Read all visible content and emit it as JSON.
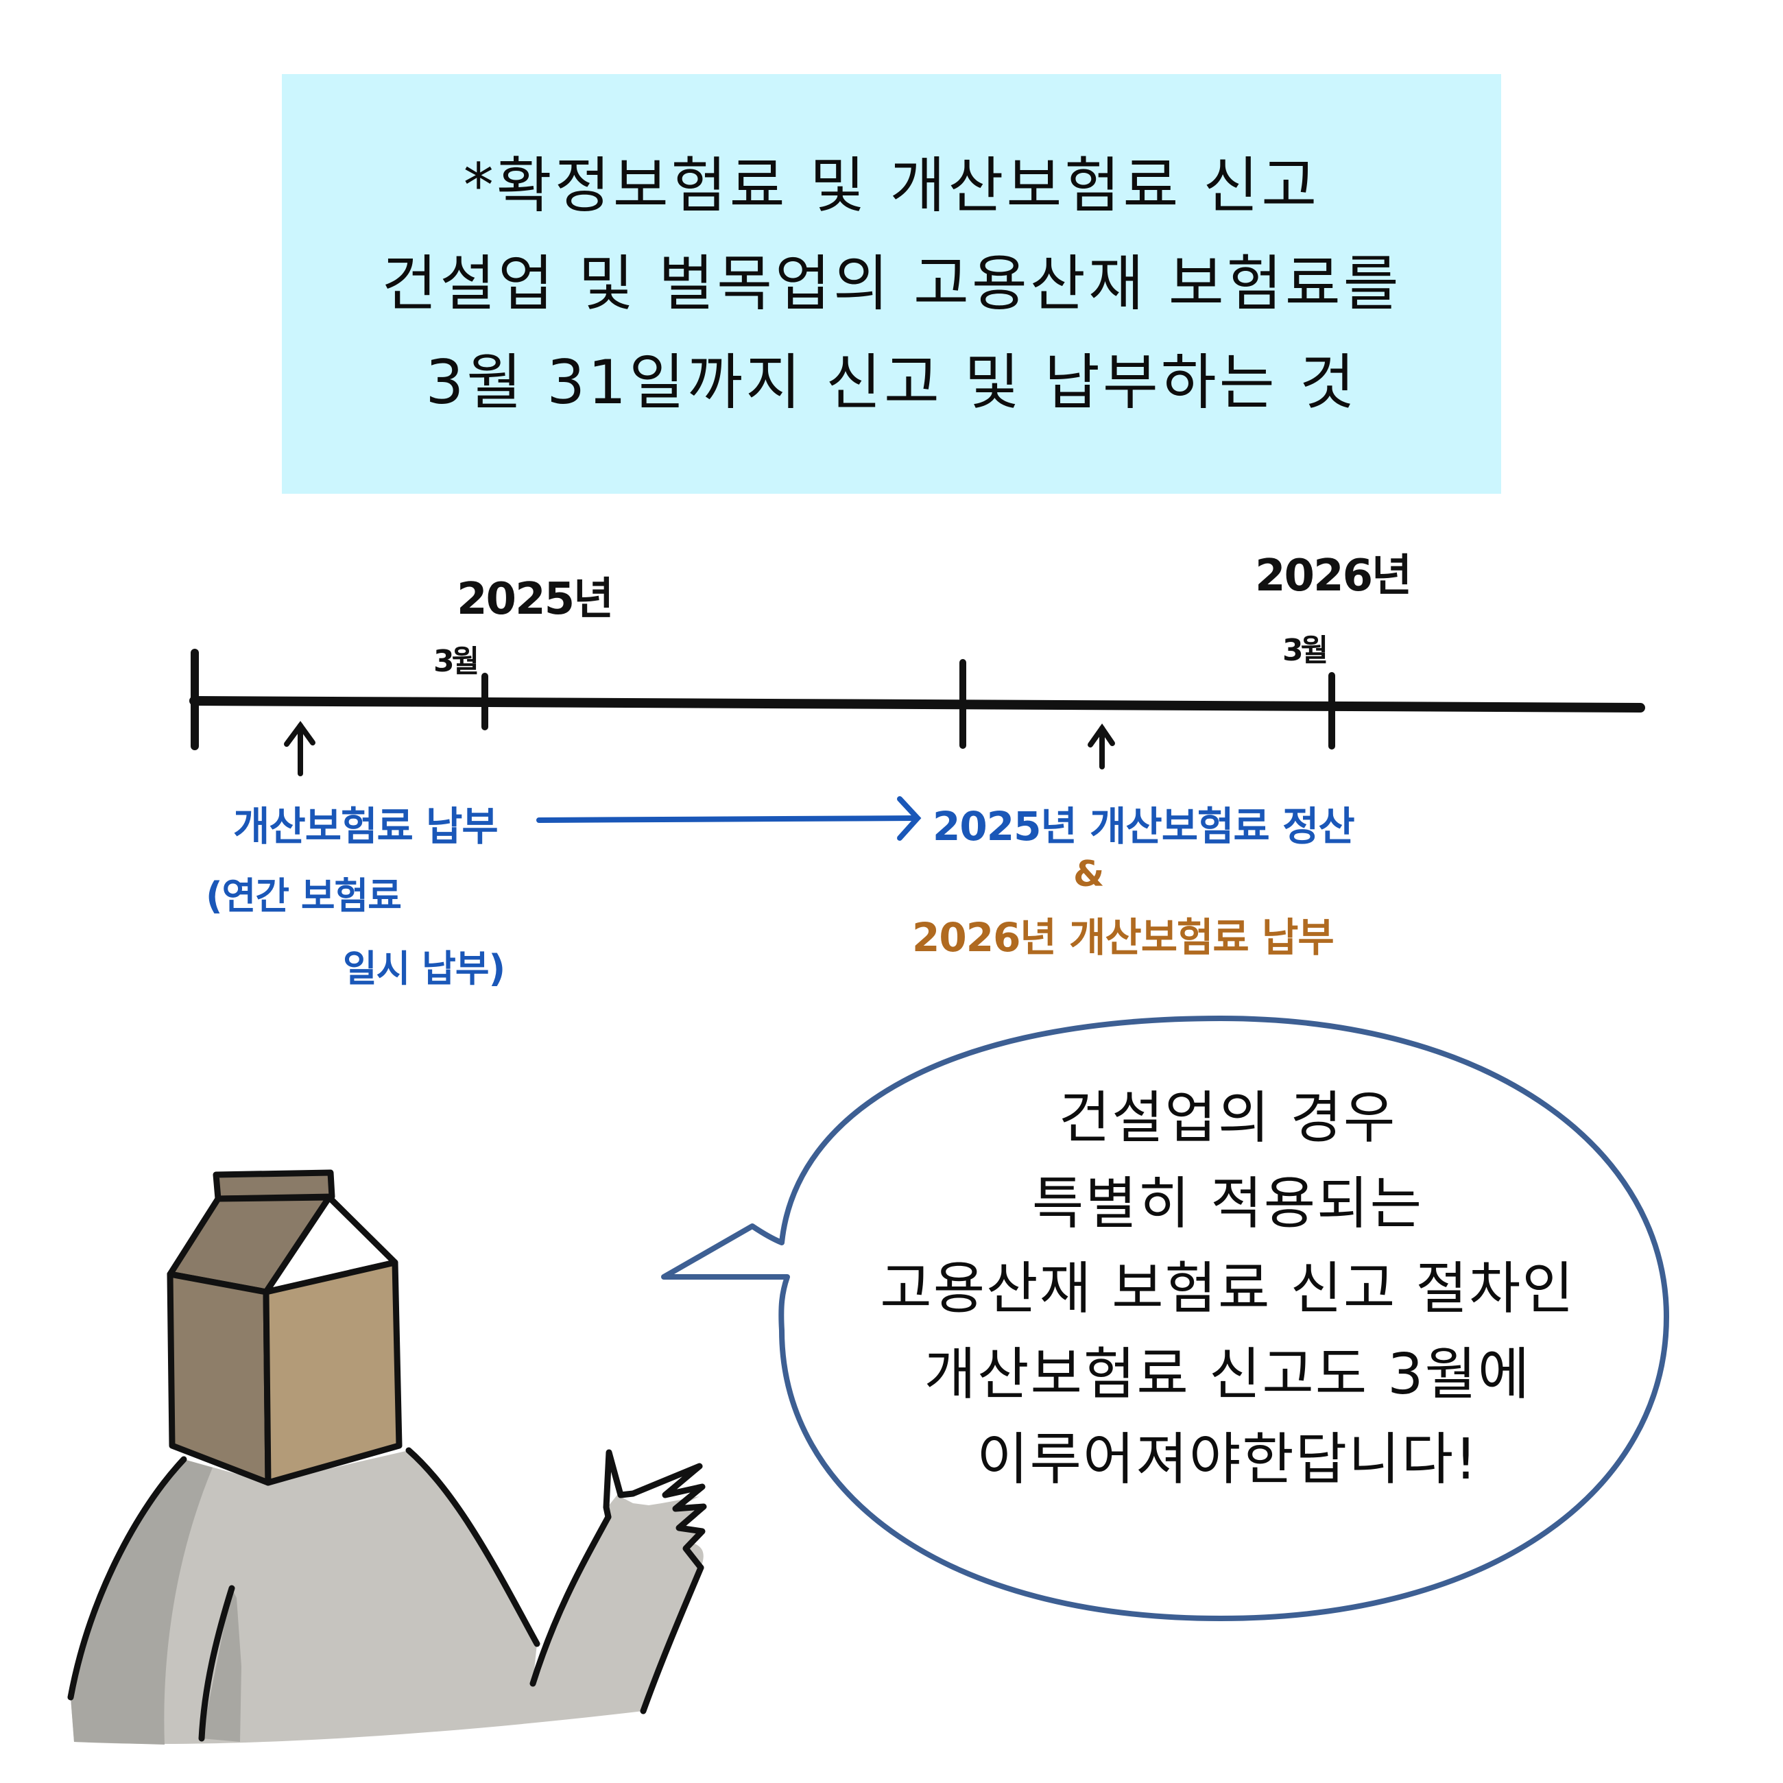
{
  "definition_box": {
    "lines": [
      "*확정보험료 및 개산보험료 신고",
      "건설업 및 벌목업의 고용산재 보험료를",
      "3월 31일까지 신고 및 납부하는 것"
    ],
    "background": "#ccf6fe"
  },
  "timeline": {
    "years": [
      {
        "label": "2025년"
      },
      {
        "label": "2026년"
      }
    ],
    "months": [
      {
        "label": "3월"
      },
      {
        "label": "3월"
      }
    ],
    "notes": {
      "left_main": "개산보험료 납부",
      "left_sub_1": "(연간 보험료",
      "left_sub_2": "일시 납부)",
      "right_main": "2025년 개산보험료 정산",
      "ampersand": "&",
      "right_sub": "2026년 개산보험료 납부"
    },
    "colors": {
      "line": "#111111",
      "blue": "#1a57b8",
      "brown": "#b06a20"
    }
  },
  "speech_bubble": {
    "lines": [
      "건설업의 경우",
      "특별히 적용되는",
      "고용산재 보험료 신고 절차인",
      "개산보험료 신고도 3월에",
      "이루어져야한답니다!"
    ],
    "border_color": "#3d5f93"
  },
  "character": {
    "head": "milk-carton",
    "colors": {
      "carton_left": "#8e7e69",
      "carton_front": "#b39b78",
      "carton_top": "#8a7b68",
      "body": "#c6c4bf",
      "body_shadow": "#a8a7a2"
    }
  }
}
